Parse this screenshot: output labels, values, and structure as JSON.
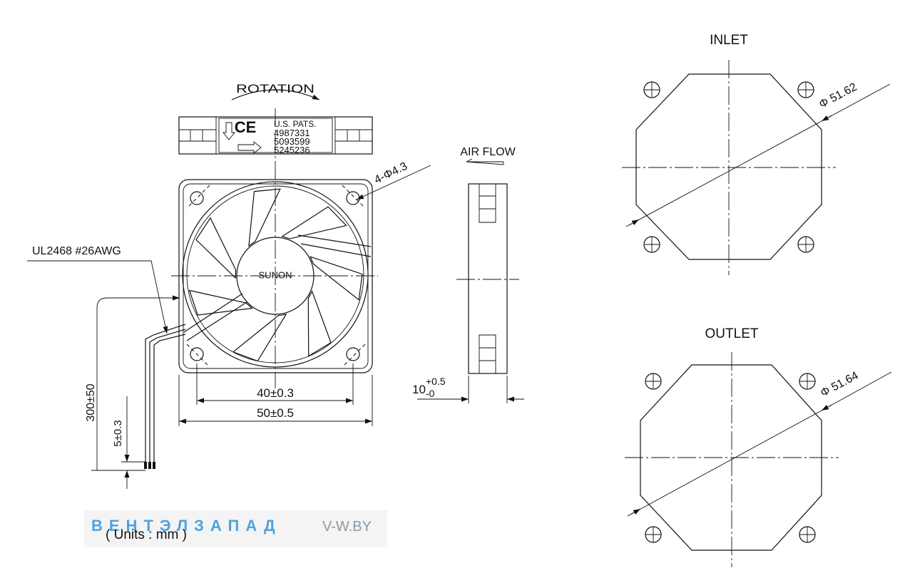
{
  "labels": {
    "rotation": "ROTATION",
    "air_flow": "AIR FLOW",
    "inlet": "INLET",
    "outlet": "OUTLET",
    "wire": "UL2468 #26AWG",
    "hub_brand": "SUNON",
    "units": "( Units : mm )"
  },
  "sticker": {
    "ce_mark": "CE",
    "patents_title": "U.S. PATS.",
    "patents": [
      "4987331",
      "5093599",
      "5245236"
    ]
  },
  "dimensions": {
    "hole_callout": "4-Φ4.3",
    "hole_spacing": "40±0.3",
    "frame_width": "50±0.5",
    "thickness_nominal": "10",
    "thickness_plus": "+0.5",
    "thickness_minus": "-0",
    "lead_length": "300±50",
    "strip_length": "5±0.3",
    "inlet_diameter": "Φ 51.62",
    "outlet_diameter": "Φ 51.64"
  },
  "watermark": {
    "brand": "ВЕНТЭЛЗАПАД",
    "site": "V-W.BY",
    "brand_color": "#4da3dc",
    "site_color": "#8a9aa8"
  }
}
